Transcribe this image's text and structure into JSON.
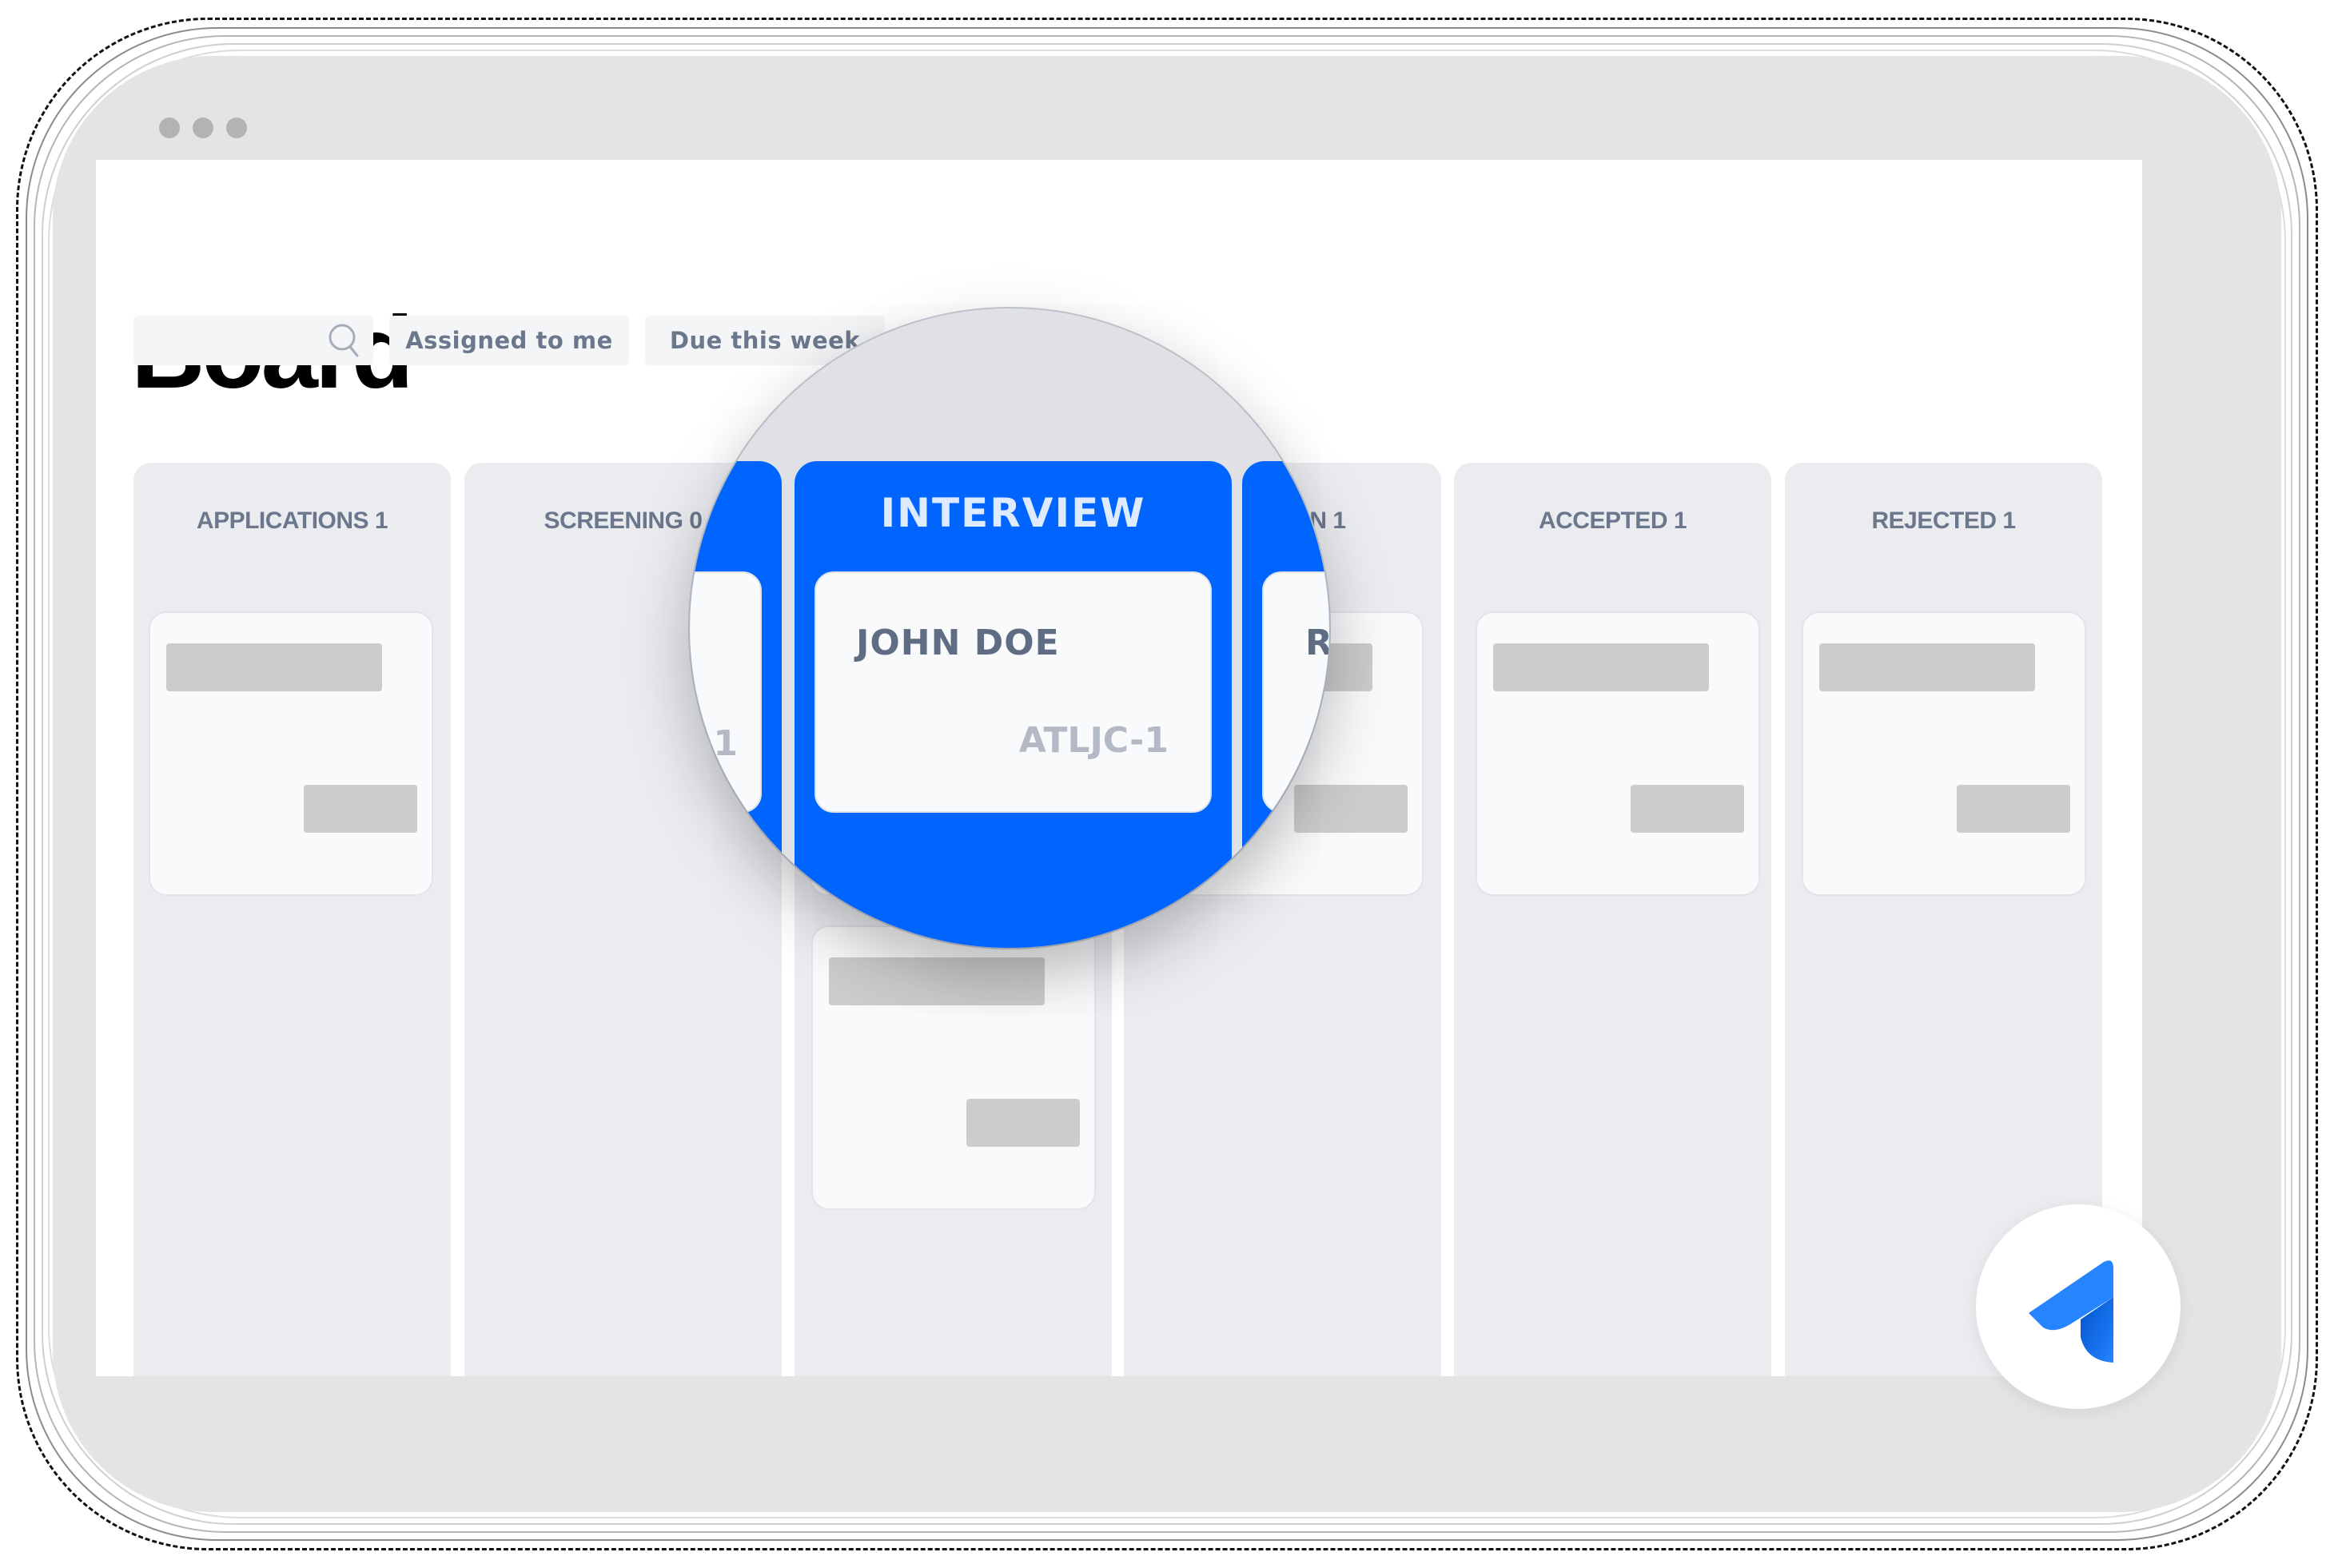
{
  "window": {
    "controls": [
      "dot",
      "dot",
      "dot"
    ]
  },
  "page": {
    "title": "Board"
  },
  "filters": {
    "search_placeholder": "",
    "search_icon": "search-icon",
    "assigned_to_me": "Assigned to me",
    "due_this_week": "Due this week"
  },
  "columns": [
    {
      "header": "APPLICATIONS 1"
    },
    {
      "header": "SCREENING 0"
    },
    {
      "header": "INTERVIEW"
    },
    {
      "header": "ON 1"
    },
    {
      "header": "ACCEPTED 1"
    },
    {
      "header": "REJECTED 1"
    }
  ],
  "magnifier": {
    "column_header": "INTERVIEW",
    "card_name": "JOHN DOE",
    "card_key": "ATLJC-1",
    "left_card_fragment": "1",
    "right_card_fragment": "R"
  },
  "colors": {
    "accent": "#0065FF",
    "column_bg": "#EBECF0",
    "header_text": "#6B778C",
    "card_name_text": "#5E6C84",
    "card_key_text": "#B3BAC5",
    "placeholder": "#CCCCCC"
  },
  "logo": {
    "icon": "jira-work-management-logo-icon"
  }
}
